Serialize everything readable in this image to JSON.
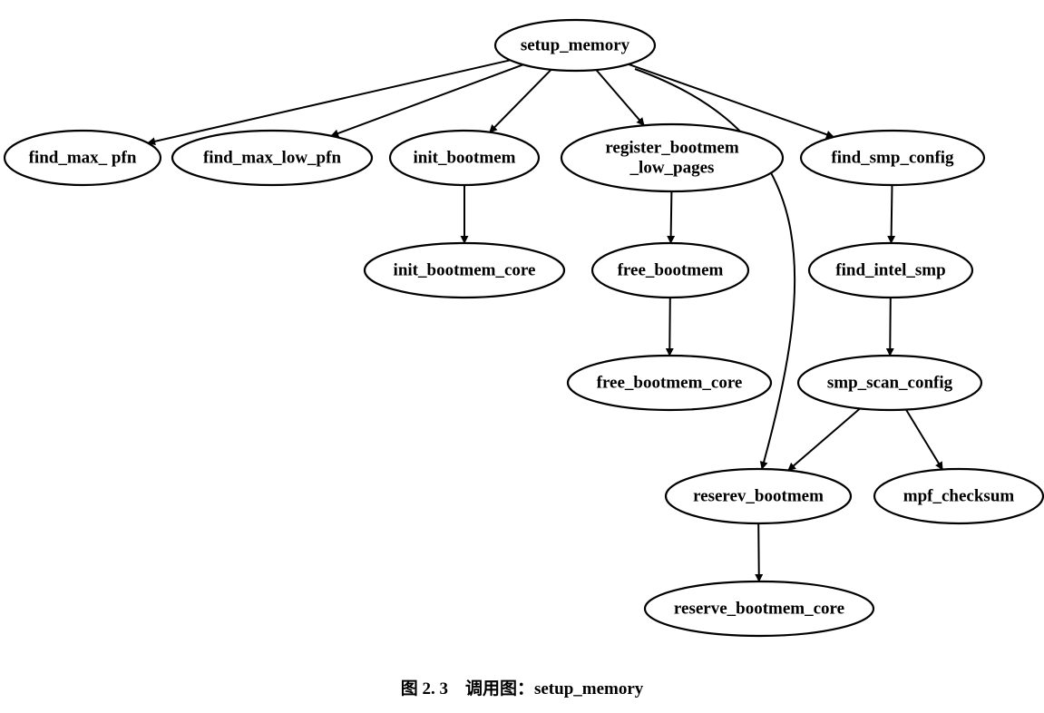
{
  "diagram": {
    "nodes": [
      {
        "id": "setup_memory",
        "lines": [
          "setup_memory"
        ]
      },
      {
        "id": "find_max_pfn",
        "lines": [
          "find_max_ pfn"
        ]
      },
      {
        "id": "find_max_low_pfn",
        "lines": [
          "find_max_low_pfn"
        ]
      },
      {
        "id": "init_bootmem",
        "lines": [
          "init_bootmem"
        ]
      },
      {
        "id": "register_bootmem_low_pages",
        "lines": [
          "register_bootmem",
          "_low_pages"
        ]
      },
      {
        "id": "find_smp_config",
        "lines": [
          "find_smp_config"
        ]
      },
      {
        "id": "init_bootmem_core",
        "lines": [
          "init_bootmem_core"
        ]
      },
      {
        "id": "free_bootmem",
        "lines": [
          "free_bootmem"
        ]
      },
      {
        "id": "find_intel_smp",
        "lines": [
          "find_intel_smp"
        ]
      },
      {
        "id": "free_bootmem_core",
        "lines": [
          "free_bootmem_core"
        ]
      },
      {
        "id": "smp_scan_config",
        "lines": [
          "smp_scan_config"
        ]
      },
      {
        "id": "reserev_bootmem",
        "lines": [
          "reserev_bootmem"
        ]
      },
      {
        "id": "mpf_checksum",
        "lines": [
          "mpf_checksum"
        ]
      },
      {
        "id": "reserve_bootmem_core",
        "lines": [
          "reserve_bootmem_core"
        ]
      }
    ],
    "edges": [
      {
        "from": "setup_memory",
        "to": "find_max_pfn"
      },
      {
        "from": "setup_memory",
        "to": "find_max_low_pfn"
      },
      {
        "from": "setup_memory",
        "to": "init_bootmem"
      },
      {
        "from": "setup_memory",
        "to": "register_bootmem_low_pages"
      },
      {
        "from": "setup_memory",
        "to": "find_smp_config"
      },
      {
        "from": "setup_memory",
        "to": "reserev_bootmem"
      },
      {
        "from": "init_bootmem",
        "to": "init_bootmem_core"
      },
      {
        "from": "register_bootmem_low_pages",
        "to": "free_bootmem"
      },
      {
        "from": "free_bootmem",
        "to": "free_bootmem_core"
      },
      {
        "from": "find_smp_config",
        "to": "find_intel_smp"
      },
      {
        "from": "find_intel_smp",
        "to": "smp_scan_config"
      },
      {
        "from": "smp_scan_config",
        "to": "reserev_bootmem"
      },
      {
        "from": "smp_scan_config",
        "to": "mpf_checksum"
      },
      {
        "from": "reserev_bootmem",
        "to": "reserve_bootmem_core"
      }
    ]
  },
  "caption": {
    "figure_number": "图 2. 3",
    "text": "调用图：setup_memory"
  }
}
